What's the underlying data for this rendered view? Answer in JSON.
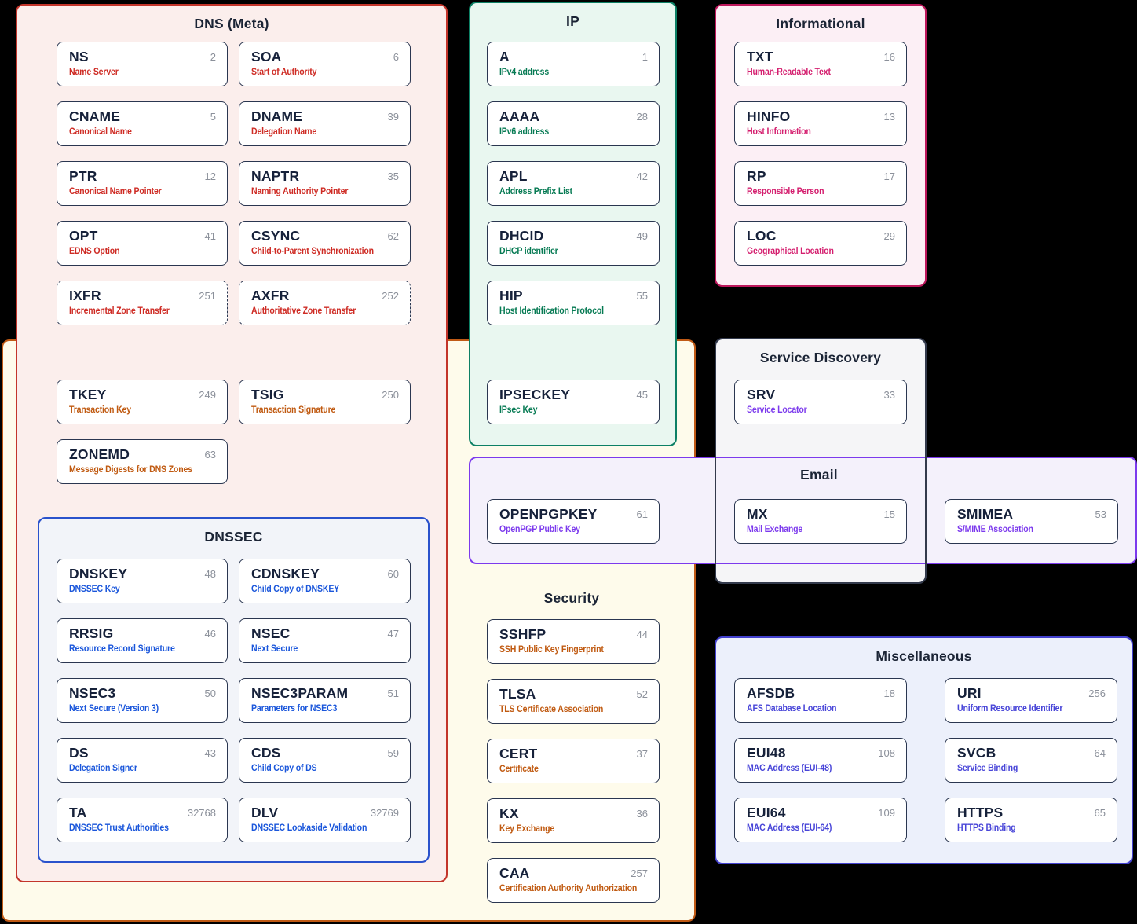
{
  "palette": {
    "canvas_bg": "#000000",
    "dns_meta": {
      "border": "#C3352B",
      "bg": "#FBEEEC",
      "desc": "#CE2B24"
    },
    "ip": {
      "border": "#0D8065",
      "bg": "#E9F7F0",
      "desc": "#067A53"
    },
    "informational": {
      "border": "#BE185D",
      "bg": "#FCEFF5",
      "desc": "#D41E6E"
    },
    "security": {
      "border": "#C05A15",
      "bg": "#FEFBEB",
      "desc": "#C05A11"
    },
    "service_discovery": {
      "border": "#333A4C",
      "bg": "#F5F5F7",
      "desc": "#7C3AED"
    },
    "email": {
      "border": "#7C3AED",
      "bg": "#F4F1FB",
      "desc": "#7C3AED"
    },
    "dnssec": {
      "border": "#2A52CC",
      "bg": "#F2F4F9",
      "desc": "#1A56DB"
    },
    "miscellaneous": {
      "border": "#4341CE",
      "bg": "#ECF0FB",
      "desc": "#4845D8"
    },
    "card": {
      "bg": "#FFFFFF",
      "border": "#2A3650",
      "abbr": "#16213A",
      "code": "#8B909A"
    }
  },
  "sections": {
    "security": {
      "title": "Security"
    },
    "dns_meta": {
      "title": "DNS (Meta)"
    },
    "ip": {
      "title": "IP"
    },
    "informational": {
      "title": "Informational"
    },
    "service_discovery": {
      "title": "Service Discovery"
    },
    "email": {
      "title": "Email"
    },
    "dnssec": {
      "title": "DNSSEC"
    },
    "miscellaneous": {
      "title": "Miscellaneous"
    }
  },
  "groups": {
    "dns_meta": [
      {
        "abbr": "NS",
        "code": "2",
        "desc": "Name Server"
      },
      {
        "abbr": "SOA",
        "code": "6",
        "desc": "Start of Authority"
      },
      {
        "abbr": "CNAME",
        "code": "5",
        "desc": "Canonical Name"
      },
      {
        "abbr": "DNAME",
        "code": "39",
        "desc": "Delegation Name"
      },
      {
        "abbr": "PTR",
        "code": "12",
        "desc": "Canonical Name Pointer"
      },
      {
        "abbr": "NAPTR",
        "code": "35",
        "desc": "Naming Authority Pointer"
      },
      {
        "abbr": "OPT",
        "code": "41",
        "desc": "EDNS Option"
      },
      {
        "abbr": "CSYNC",
        "code": "62",
        "desc": "Child-to-Parent Synchronization"
      },
      {
        "abbr": "IXFR",
        "code": "251",
        "desc": "Incremental Zone Transfer"
      },
      {
        "abbr": "AXFR",
        "code": "252",
        "desc": "Authoritative Zone Transfer"
      }
    ],
    "dns_security_overlap": [
      {
        "abbr": "TKEY",
        "code": "249",
        "desc": "Transaction Key"
      },
      {
        "abbr": "TSIG",
        "code": "250",
        "desc": "Transaction Signature"
      },
      {
        "abbr": "ZONEMD",
        "code": "63",
        "desc": "Message Digests for DNS Zones"
      }
    ],
    "ip": [
      {
        "abbr": "A",
        "code": "1",
        "desc": "IPv4 address"
      },
      {
        "abbr": "AAAA",
        "code": "28",
        "desc": "IPv6 address"
      },
      {
        "abbr": "APL",
        "code": "42",
        "desc": "Address Prefix List"
      },
      {
        "abbr": "DHCID",
        "code": "49",
        "desc": "DHCP identifier"
      },
      {
        "abbr": "HIP",
        "code": "55",
        "desc": "Host Identification Protocol"
      }
    ],
    "ip_security_overlap": [
      {
        "abbr": "IPSECKEY",
        "code": "45",
        "desc": "IPsec Key"
      }
    ],
    "informational": [
      {
        "abbr": "TXT",
        "code": "16",
        "desc": "Human-Readable Text"
      },
      {
        "abbr": "HINFO",
        "code": "13",
        "desc": "Host Information"
      },
      {
        "abbr": "RP",
        "code": "17",
        "desc": "Responsible Person"
      },
      {
        "abbr": "LOC",
        "code": "29",
        "desc": "Geographical Location"
      }
    ],
    "service_discovery": [
      {
        "abbr": "SRV",
        "code": "33",
        "desc": "Service Locator"
      }
    ],
    "email_security_overlap": [
      {
        "abbr": "OPENPGPKEY",
        "code": "61",
        "desc": "OpenPGP Public Key"
      }
    ],
    "email_sd_overlap": [
      {
        "abbr": "MX",
        "code": "15",
        "desc": "Mail Exchange"
      }
    ],
    "email": [
      {
        "abbr": "SMIMEA",
        "code": "53",
        "desc": "S/MIME Association"
      }
    ],
    "dnssec": [
      {
        "abbr": "DNSKEY",
        "code": "48",
        "desc": "DNSSEC Key"
      },
      {
        "abbr": "CDNSKEY",
        "code": "60",
        "desc": "Child Copy of DNSKEY"
      },
      {
        "abbr": "RRSIG",
        "code": "46",
        "desc": "Resource Record Signature"
      },
      {
        "abbr": "NSEC",
        "code": "47",
        "desc": "Next Secure"
      },
      {
        "abbr": "NSEC3",
        "code": "50",
        "desc": "Next Secure (Version 3)"
      },
      {
        "abbr": "NSEC3PARAM",
        "code": "51",
        "desc": "Parameters for NSEC3"
      },
      {
        "abbr": "DS",
        "code": "43",
        "desc": "Delegation Signer"
      },
      {
        "abbr": "CDS",
        "code": "59",
        "desc": "Child Copy of DS"
      },
      {
        "abbr": "TA",
        "code": "32768",
        "desc": "DNSSEC Trust Authorities"
      },
      {
        "abbr": "DLV",
        "code": "32769",
        "desc": "DNSSEC Lookaside Validation"
      }
    ],
    "security": [
      {
        "abbr": "SSHFP",
        "code": "44",
        "desc": "SSH Public Key Fingerprint"
      },
      {
        "abbr": "TLSA",
        "code": "52",
        "desc": "TLS Certificate Association"
      },
      {
        "abbr": "CERT",
        "code": "37",
        "desc": "Certificate"
      },
      {
        "abbr": "KX",
        "code": "36",
        "desc": "Key Exchange"
      },
      {
        "abbr": "CAA",
        "code": "257",
        "desc": "Certification Authority Authorization"
      }
    ],
    "miscellaneous": [
      {
        "abbr": "AFSDB",
        "code": "18",
        "desc": "AFS Database Location"
      },
      {
        "abbr": "URI",
        "code": "256",
        "desc": "Uniform Resource Identifier"
      },
      {
        "abbr": "EUI48",
        "code": "108",
        "desc": "MAC Address (EUI-48)"
      },
      {
        "abbr": "SVCB",
        "code": "64",
        "desc": "Service Binding"
      },
      {
        "abbr": "EUI64",
        "code": "109",
        "desc": "MAC Address (EUI-64)"
      },
      {
        "abbr": "HTTPS",
        "code": "65",
        "desc": "HTTPS Binding"
      }
    ]
  }
}
